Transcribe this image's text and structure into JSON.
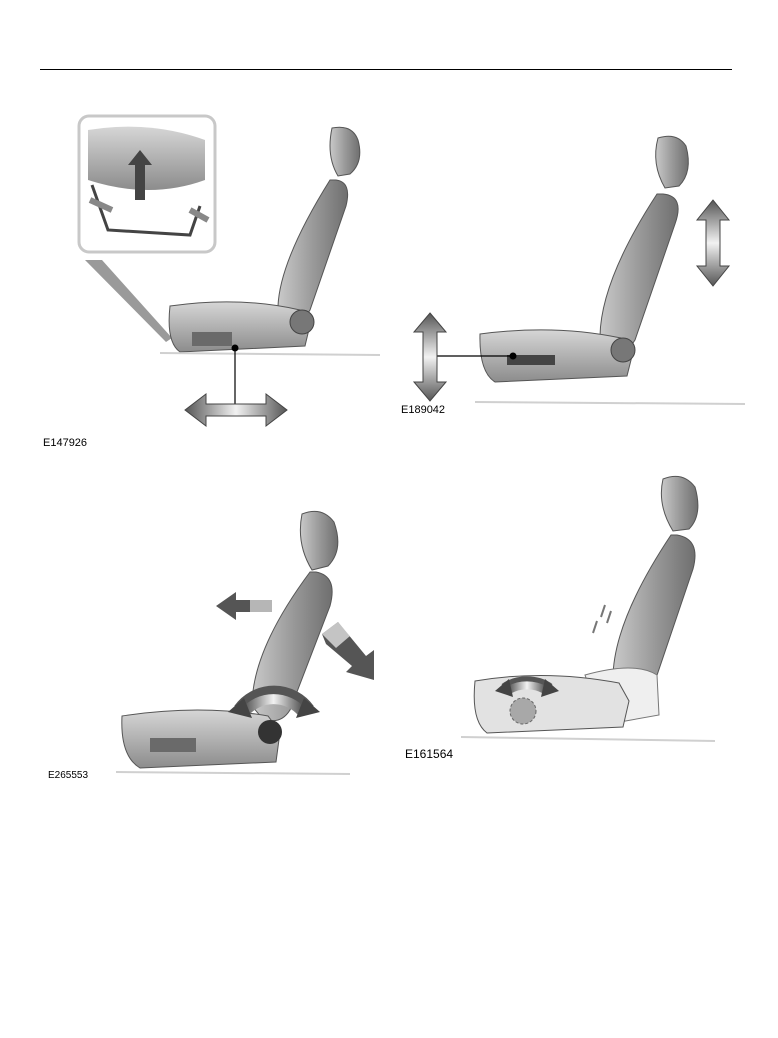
{
  "figures": [
    {
      "label": "E147926"
    },
    {
      "label": "E189042"
    },
    {
      "label": "E265553"
    },
    {
      "label": "E161564"
    }
  ]
}
